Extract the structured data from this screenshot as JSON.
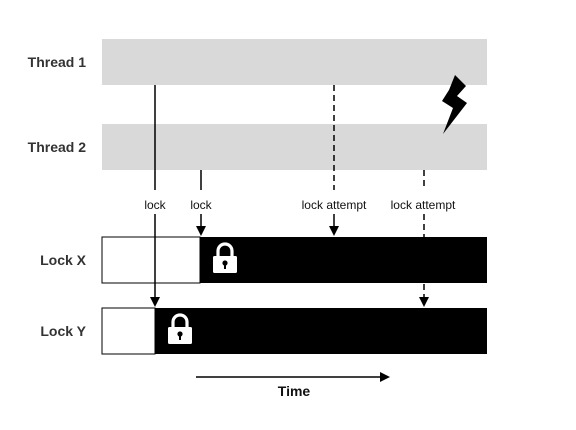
{
  "threads": [
    {
      "label": "Thread 1"
    },
    {
      "label": "Thread 2"
    }
  ],
  "locks": [
    {
      "label": "Lock X"
    },
    {
      "label": "Lock Y"
    }
  ],
  "events": [
    {
      "label": "lock",
      "style": "solid"
    },
    {
      "label": "lock",
      "style": "solid"
    },
    {
      "label": "lock attempt",
      "style": "dashed"
    },
    {
      "label": "lock attempt",
      "style": "dashed"
    }
  ],
  "time_axis": {
    "label": "Time"
  },
  "icons": {
    "deadlock": "lightning-bolt-icon",
    "locked": "padlock-icon"
  },
  "colors": {
    "thread_band": "#d9d9d9",
    "lock_held": "#000000",
    "lock_free": "#ffffff",
    "text": "#333333"
  }
}
